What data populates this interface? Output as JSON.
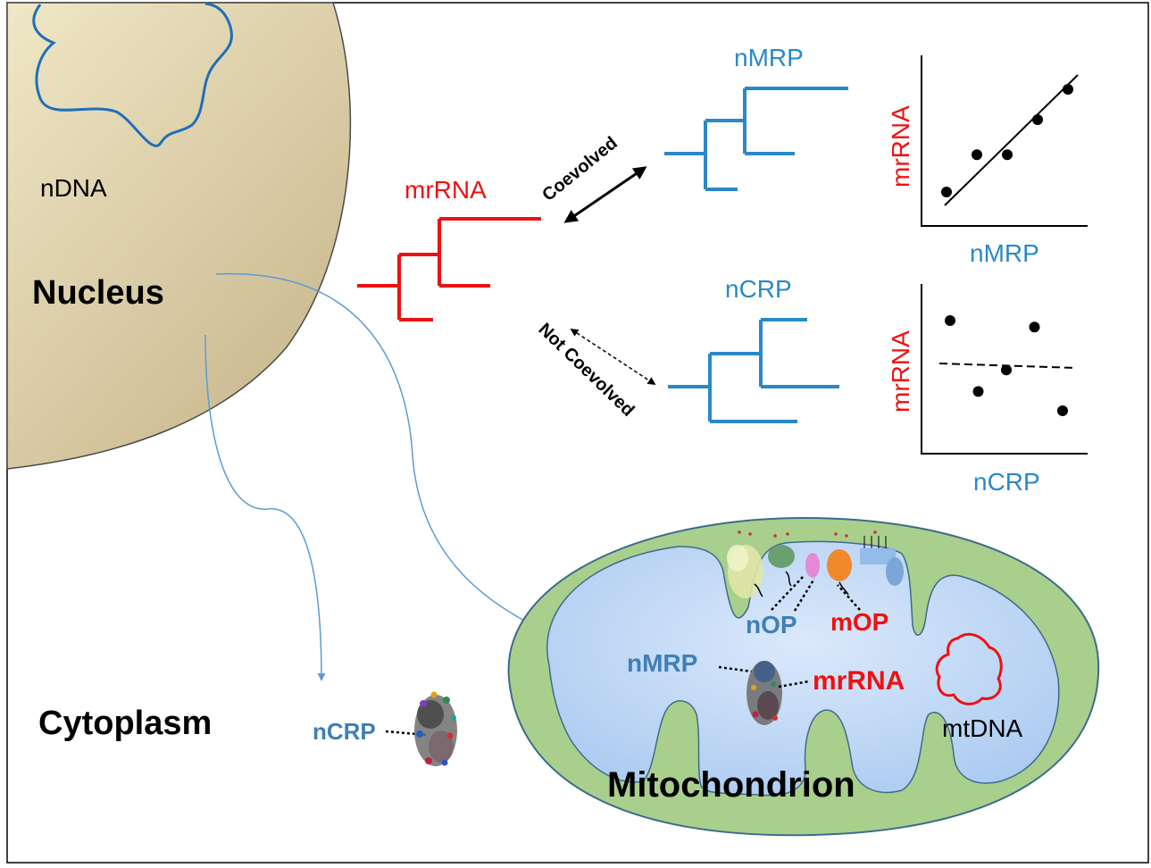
{
  "nucleus": {
    "dna_label": "nDNA",
    "label": "Nucleus"
  },
  "cytoplasm": {
    "label": "Cytoplasm",
    "ribosome_label": "nCRP"
  },
  "trees": {
    "mrRNA": {
      "label": "mrRNA",
      "color": "#ee1111"
    },
    "nMRP": {
      "label": "nMRP",
      "color": "#2a88c8"
    },
    "nCRP": {
      "label": "nCRP",
      "color": "#2a88c8"
    }
  },
  "relations": {
    "coevolved": "Coevolved",
    "not_coevolved": "Not Coevolved"
  },
  "plots": {
    "top": {
      "ylabel": "mrRNA",
      "xlabel": "nMRP"
    },
    "bottom": {
      "ylabel": "mrRNA",
      "xlabel": "nCRP"
    }
  },
  "mitochondrion": {
    "label": "Mitochondrion",
    "nop_label": "nOP",
    "mop_label": "mOP",
    "nmrp_label": "nMRP",
    "mrrna_label": "mrRNA",
    "mtdna_label": "mtDNA"
  },
  "chart_data": [
    {
      "type": "scatter",
      "title": "",
      "xlabel": "nMRP",
      "ylabel": "mrRNA",
      "x": [
        1,
        2,
        3,
        4,
        5
      ],
      "y": [
        1,
        2.6,
        2.6,
        4.1,
        5.4
      ],
      "trend": "positive",
      "trend_line": "solid"
    },
    {
      "type": "scatter",
      "title": "",
      "xlabel": "nCRP",
      "ylabel": "mrRNA",
      "x": [
        1,
        2,
        3,
        4,
        5
      ],
      "y": [
        5.8,
        2.5,
        3.5,
        5.5,
        1.6
      ],
      "trend": "none",
      "trend_line": "dashed"
    }
  ],
  "colors": {
    "nucleus_fill": "#ddd0a8",
    "mito_outer": "#a9cf8c",
    "mito_inner": "#c4dcf5",
    "red": "#ee1111",
    "blue": "#2a88c8"
  }
}
